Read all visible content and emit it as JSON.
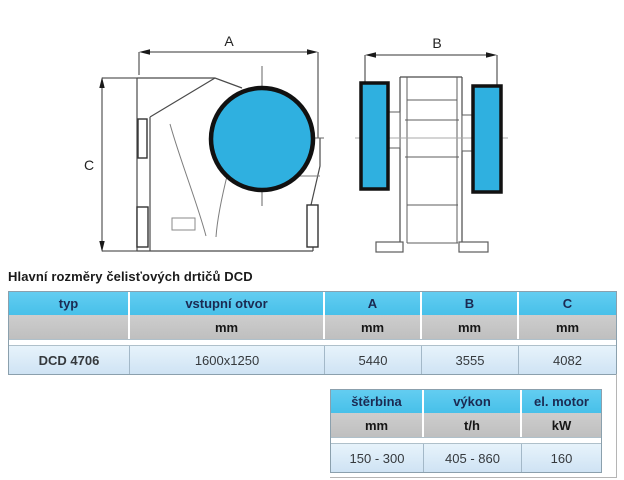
{
  "title": "Hlavní rozměry čelisťových drtičů DCD",
  "drawing": {
    "dim_a": "A",
    "dim_b": "B",
    "dim_c": "C"
  },
  "dimensions_table": {
    "col_headers": [
      "typ",
      "vstupní otvor",
      "A",
      "B",
      "C"
    ],
    "unit_row": [
      "",
      "mm",
      "mm",
      "mm",
      "mm"
    ],
    "rows": [
      [
        "DCD 4706",
        "1600x1250",
        "5440",
        "3555",
        "4082"
      ]
    ]
  },
  "performance_table": {
    "col_headers": [
      "štěrbina",
      "výkon",
      "el. motor"
    ],
    "unit_row": [
      "mm",
      "t/h",
      "kW"
    ],
    "rows": [
      [
        "150 - 300",
        "405 - 860",
        "160"
      ]
    ]
  },
  "colors": {
    "accent_blue": "#2fb0e0",
    "table_header_bg": "#4fc4ec",
    "unit_row_bg": "#c5c5c5",
    "data_row_bg": "#d5e8f6"
  }
}
